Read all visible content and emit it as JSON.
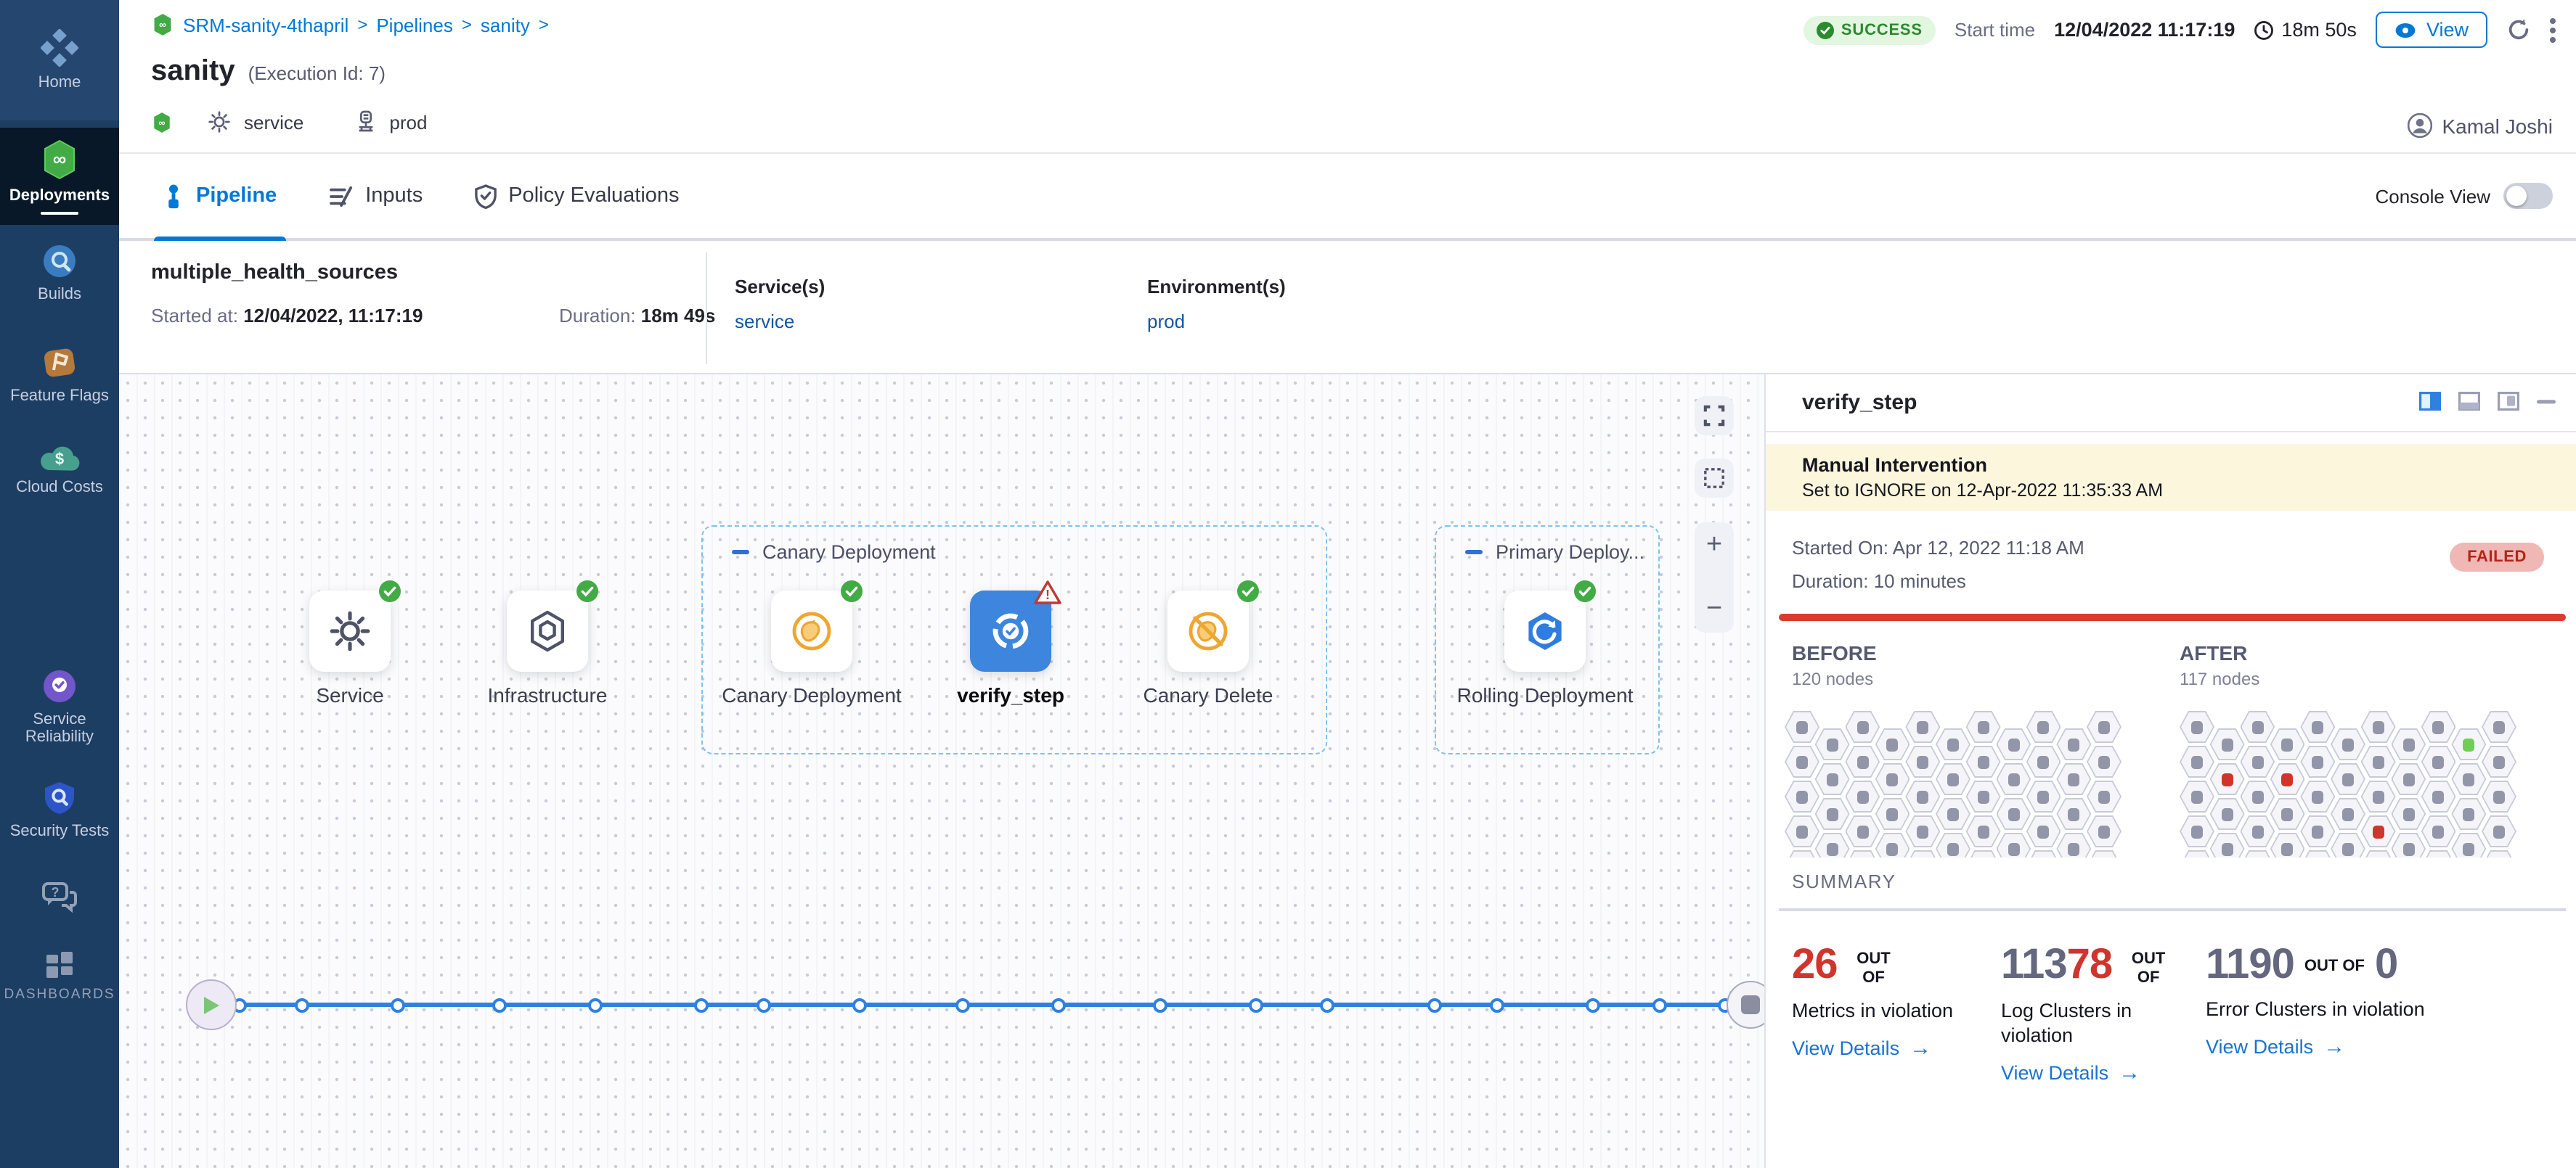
{
  "colors": {
    "accent": "#0278d5",
    "success": "#42ab45",
    "failed_text": "#b42419",
    "violation_red": "#cf352c",
    "violation_green": "#6fce58",
    "link_blue": "#1a72d0",
    "line_blue": "#2f81e0"
  },
  "sidebar": {
    "items": [
      "Home",
      "Deployments",
      "Builds",
      "Feature Flags",
      "Cloud Costs",
      "Service Reliability",
      "Security Tests",
      "DASHBOARDS"
    ]
  },
  "breadcrumb": {
    "project": "SRM-sanity-4thapril",
    "section": "Pipelines",
    "name": "sanity",
    "sep": ">"
  },
  "header": {
    "title": "sanity",
    "execution_id": "(Execution Id: 7)",
    "status": "SUCCESS",
    "start_time_label": "Start time",
    "start_time": "12/04/2022 11:17:19",
    "duration": "18m 50s",
    "view_label": "View",
    "user": "Kamal Joshi"
  },
  "tags": {
    "service": "service",
    "environment": "prod"
  },
  "tabs": {
    "items": [
      "Pipeline",
      "Inputs",
      "Policy Evaluations"
    ],
    "active": "Pipeline",
    "console_view_label": "Console View"
  },
  "stage": {
    "name": "multiple_health_sources",
    "started_label": "Started at:",
    "started": "12/04/2022, 11:17:19",
    "duration_label": "Duration:",
    "duration": "18m 49s",
    "services_label": "Service(s)",
    "service": "service",
    "environments_label": "Environment(s)",
    "environment": "prod"
  },
  "pipeline": {
    "groups": [
      {
        "label": "Canary Deployment"
      },
      {
        "label": "Primary Deploy..."
      }
    ],
    "nodes": [
      {
        "label": "Service",
        "status": "success"
      },
      {
        "label": "Infrastructure",
        "status": "success"
      },
      {
        "label": "Canary Deployment",
        "status": "success"
      },
      {
        "label": "verify_step",
        "status": "warning"
      },
      {
        "label": "Canary Delete",
        "status": "success"
      },
      {
        "label": "Rolling Deployment",
        "status": "success"
      }
    ]
  },
  "panel": {
    "title": "verify_step",
    "notice": {
      "title": "Manual Intervention",
      "body": "Set to IGNORE on 12-Apr-2022 11:35:33 AM"
    },
    "started": "Started On: Apr 12, 2022 11:18 AM",
    "duration": "Duration: 10 minutes",
    "status": "FAILED",
    "before_label": "BEFORE",
    "before_nodes": "120 nodes",
    "after_label": "AFTER",
    "after_nodes": "117 nodes",
    "summary_label": "SUMMARY",
    "grids": {
      "cols": 11,
      "rows": 5,
      "before": {
        "violations": []
      },
      "after": {
        "violations": [
          {
            "col": 9,
            "row": 0,
            "color": "green"
          },
          {
            "col": 1,
            "row": 1,
            "color": "red"
          },
          {
            "col": 3,
            "row": 1,
            "color": "red"
          },
          {
            "col": 6,
            "row": 3,
            "color": "red"
          }
        ]
      }
    },
    "stats": [
      {
        "value": "26",
        "out": "OUT OF",
        "desc": "Metrics in violation",
        "link": "View Details"
      },
      {
        "value_total": "113",
        "value_violated": "78",
        "out": "OUT OF",
        "desc": "Log Clusters in violation",
        "link": "View Details"
      },
      {
        "value": "1190",
        "out": "OUT OF",
        "value_after": "0",
        "desc": "Error Clusters in violation",
        "link": "View Details"
      }
    ]
  }
}
